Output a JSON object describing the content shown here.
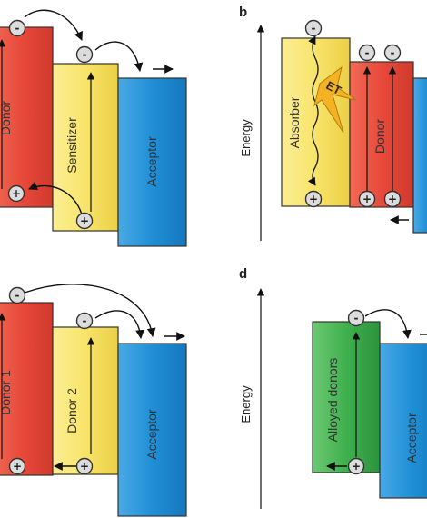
{
  "panels": {
    "b": {
      "letter": "b",
      "axis_label": "Energy"
    },
    "d": {
      "letter": "d",
      "axis_label": "Energy"
    }
  },
  "labels": {
    "donor": "Donor",
    "sensitizer": "Sensitizer",
    "acceptor": "Acceptor",
    "absorber": "Absorber",
    "donor_1": "Donor 1",
    "donor_2": "Donor 2",
    "alloyed_donors": "Alloyed donors",
    "energy_transfer": "ET"
  },
  "charges": {
    "electron": "-",
    "hole": "+"
  },
  "colors": {
    "donor_red": "#e8493a",
    "sensitizer_yellow": "#f8e46a",
    "acceptor_blue": "#1f8fd6",
    "alloyed_green": "#3fb04e",
    "lightning_orange": "#f5b323"
  }
}
